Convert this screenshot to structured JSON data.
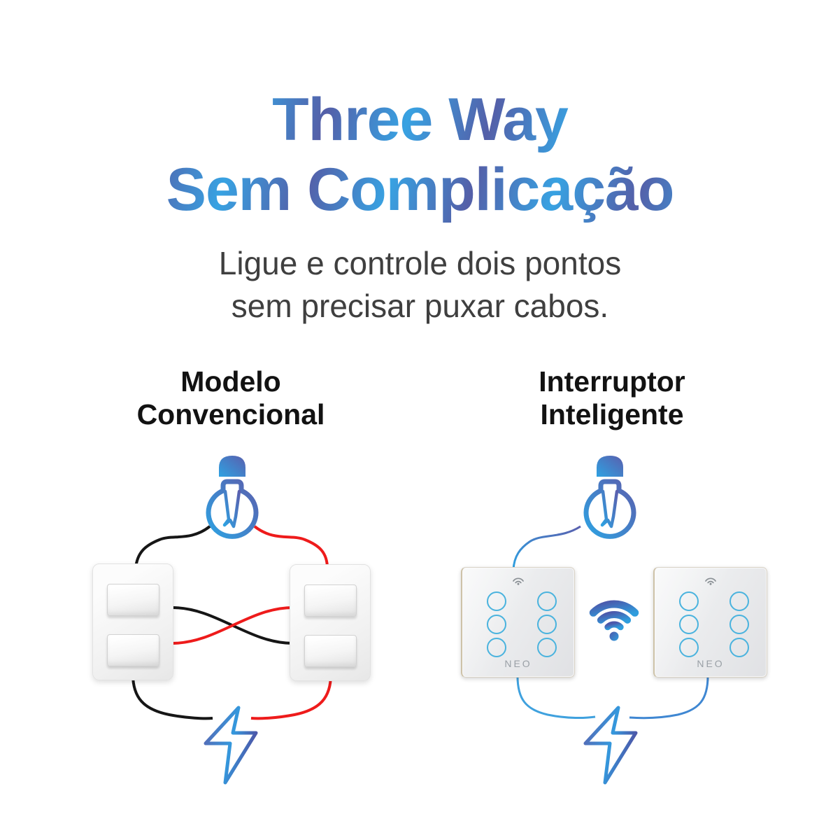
{
  "header": {
    "title": "Three Way\nSem Complicação",
    "subtitle": "Ligue e controle dois pontos\nsem precisar puxar cabos."
  },
  "sections": {
    "conventional": {
      "heading": "Modelo\nConvencional",
      "switch_count": 2,
      "rockers_per_switch": 2
    },
    "smart": {
      "heading": "Interruptor\nInteligente",
      "switch_brand": "NEO",
      "touch_buttons_per_switch": 6
    }
  },
  "icons": {
    "bulb": "light-bulb-outline",
    "wifi": "wifi-signal-arcs",
    "switch_wifi_status": "small-wifi-glyph",
    "bolt": "lightning-bolt-outline"
  },
  "colors": {
    "background": "#ffffff",
    "title_gradient_start": "#545fa8",
    "title_gradient_end": "#38a2e2",
    "subtitle_text": "#3f3f3f",
    "heading_text": "#121212",
    "wire_black": "#161616",
    "wire_red": "#ee1b1b",
    "wire_blue_light": "#3fa1de",
    "wire_blue_mid": "#3f87d2",
    "touch_circle": "#4ab3de",
    "brand_text": "#9aa0a6"
  }
}
